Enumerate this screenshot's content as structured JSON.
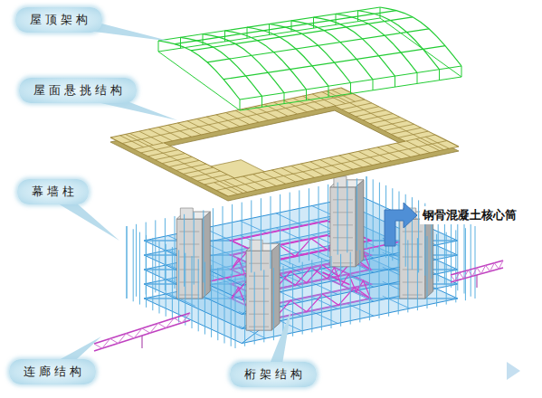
{
  "diagram": {
    "nodes": [
      {
        "text": [
          "屋顶架构"
        ]
      },
      {
        "text": [
          "屋面悬挑结构"
        ]
      },
      {
        "text": [
          "幕墙柱"
        ]
      },
      {
        "text": [
          "连廊结构"
        ]
      },
      {
        "text": [
          "桁架结构"
        ]
      }
    ],
    "labels": [
      "钢骨混凝土核心筒"
    ]
  }
}
